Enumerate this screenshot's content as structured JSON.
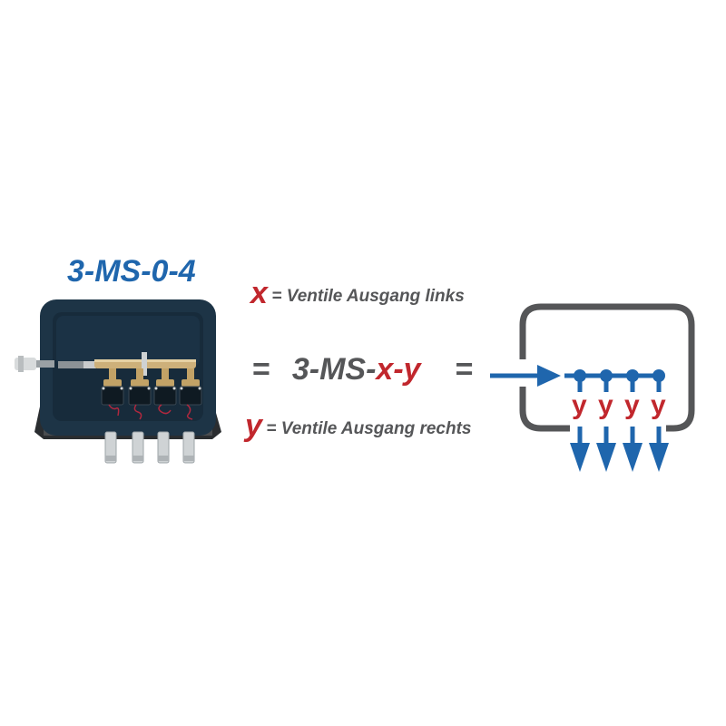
{
  "product": {
    "title": "3-MS-0-4",
    "image_alt": "valve-box-with-4-valves",
    "valve_count": 4,
    "outlet_count": 4
  },
  "legend": {
    "x_symbol": "x",
    "x_text": "= Ventile Ausgang links",
    "y_symbol": "y",
    "y_text": "= Ventile Ausgang rechts"
  },
  "formula": {
    "eq_left": "=",
    "prefix": "3-MS-",
    "x": "x",
    "dash": "-",
    "y": "y",
    "eq_right": "="
  },
  "flow_diagram": {
    "outlet_labels": [
      "y",
      "y",
      "y",
      "y"
    ],
    "inlet": "arrow-right",
    "outlets": "arrows-down"
  },
  "colors": {
    "brand_blue": "#1f66ad",
    "accent_red": "#c1272d",
    "text_gray": "#555658",
    "frame_gray": "#555658"
  }
}
